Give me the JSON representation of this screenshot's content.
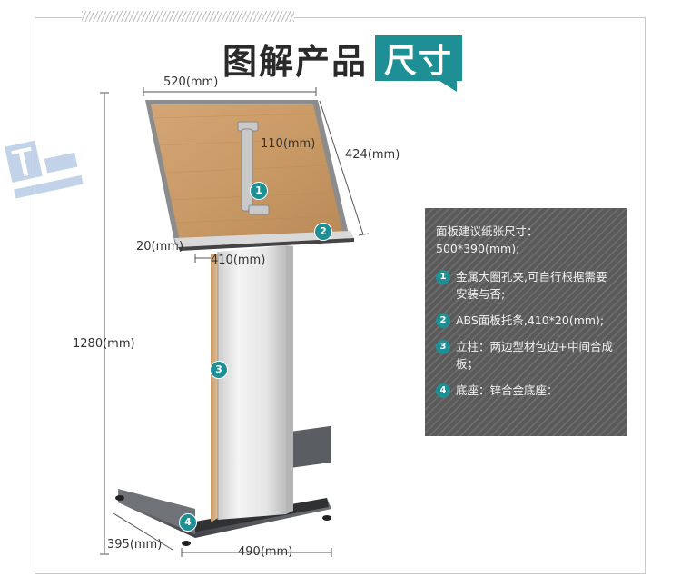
{
  "title": {
    "part1": "图解产品",
    "part2": "尺寸"
  },
  "dimensions": {
    "board_width": "520(mm)",
    "clip_length": "110(mm)",
    "board_height": "424(mm)",
    "tray_depth": "20(mm)",
    "tray_width": "410(mm)",
    "total_height": "1280(mm)",
    "base_depth": "395(mm)",
    "base_width": "490(mm)"
  },
  "markers": [
    "1",
    "2",
    "3",
    "4"
  ],
  "info": {
    "heading": "面板建议纸张尺寸：500*390(mm);",
    "items": [
      {
        "num": "1",
        "text": "金属大圈孔夹,可自行根据需要安装与否;"
      },
      {
        "num": "2",
        "text": "ABS面板托条,410*20(mm);"
      },
      {
        "num": "3",
        "text": "立柱：两边型材包边+中间合成板；"
      },
      {
        "num": "4",
        "text": "底座：锌合金底座："
      }
    ]
  },
  "colors": {
    "accent": "#1f8f96",
    "panel": "#5a5a5a",
    "wood": "#c99a66"
  }
}
